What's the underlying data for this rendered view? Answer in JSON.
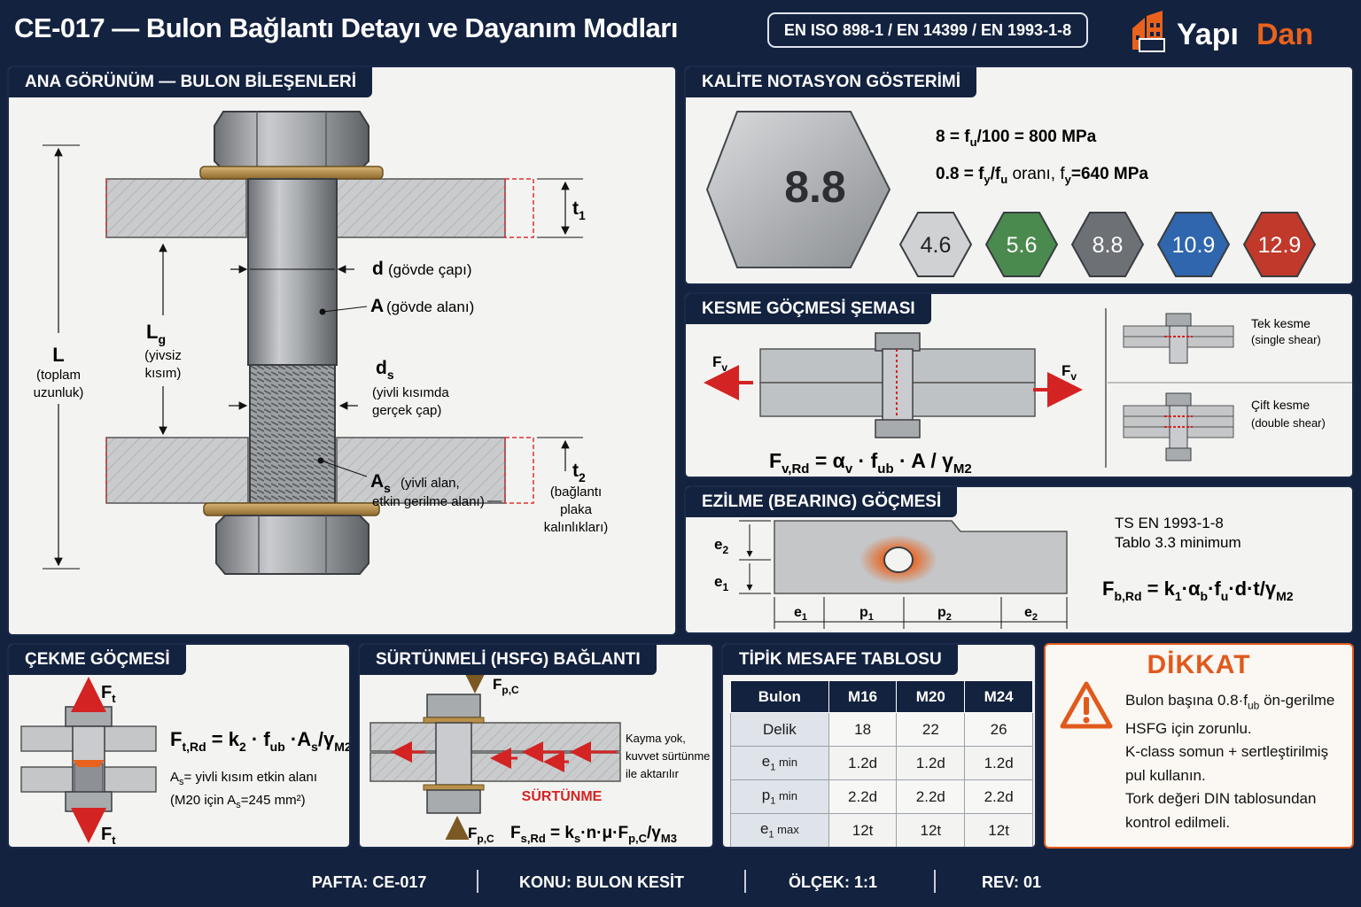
{
  "header": {
    "title": "CE-017 — Bulon Bağlantı Detayı ve Dayanım Modları",
    "standards": "EN ISO 898-1 / EN 14399 / EN 1993-1-8",
    "logo_a": "Yapı",
    "logo_b": "Dan"
  },
  "colors": {
    "navy": "#13223f",
    "orange": "#e8621d",
    "red": "#d42323",
    "brass": "#b8904a"
  },
  "main": {
    "title": "ANA GÖRÜNÜM — BULON BİLEŞENLERİ",
    "t1": "t",
    "d_label": "d",
    "d_desc": "(gövde çapı)",
    "a_label": "A",
    "a_desc": "(gövde alanı)",
    "lg_label": "L",
    "lg_desc1": "(yivsiz",
    "lg_desc2": "kısım)",
    "l_label": "L",
    "l_desc1": "(toplam",
    "l_desc2": "uzunluk)",
    "ds_label": "d",
    "ds_desc1": "(yivli kısımda",
    "ds_desc2": "gerçek çap)",
    "as_label": "A",
    "as_desc1": "(yivli alan,",
    "as_desc2": "etkin gerilme alanı)",
    "t2_desc1": "(bağlantı",
    "t2_desc2": "plaka",
    "t2_desc3": "kalınlıkları)"
  },
  "quality": {
    "title": "KALİTE NOTASYON GÖSTERİMİ",
    "big": "8.8",
    "line1": "8 = f",
    "line1b": "/100 = 800 MPa",
    "line2": "0.8 = f",
    "line2b": " oranı, f",
    "line2c": "=640 MPa",
    "grades": [
      {
        "label": "4.6",
        "color": "#cfd1d3",
        "text": "#222"
      },
      {
        "label": "5.6",
        "color": "#4a8a4e",
        "text": "#fff"
      },
      {
        "label": "8.8",
        "color": "#6d7075",
        "text": "#fff"
      },
      {
        "label": "10.9",
        "color": "#2f66ad",
        "text": "#fff"
      },
      {
        "label": "12.9",
        "color": "#c0392b",
        "text": "#fff"
      }
    ]
  },
  "shear": {
    "title": "KESME GÖÇMESİ ŞEMASI",
    "fv": "F",
    "formula": "F",
    "formula_rest": " = α",
    "single1": "Tek kesme",
    "single2": "(single shear)",
    "double1": "Çift kesme",
    "double2": "(double shear)"
  },
  "bearing": {
    "title": "EZİLME (BEARING) GÖÇMESİ",
    "ref1": "TS EN 1993-1-8",
    "ref2": "Tablo 3.3 minimum",
    "e1": "e",
    "e2": "e",
    "p1": "p",
    "p2": "p"
  },
  "tension": {
    "title": "ÇEKME GÖÇMESİ",
    "ft": "F",
    "note1": "= yivli kısım etkin alanı",
    "note2": "(M20 için A",
    "note2b": "=245 mm²)"
  },
  "hsfg": {
    "title": "SÜRTÜNMELİ (HSFG) BAĞLANTI",
    "fpc": "F",
    "note1": "Kayma yok,",
    "note2": "kuvvet sürtünme",
    "note3": "ile aktarılır",
    "friction": "SÜRTÜNME"
  },
  "table": {
    "title": "TİPİK MESAFE TABLOSU",
    "headers": [
      "Bulon",
      "M16",
      "M20",
      "M24"
    ],
    "rows": [
      {
        "h": "Delik",
        "v": [
          "18",
          "22",
          "26"
        ]
      },
      {
        "h": "e",
        "sub": "1",
        "suf": " min",
        "v": [
          "1.2d",
          "1.2d",
          "1.2d"
        ]
      },
      {
        "h": "p",
        "sub": "1",
        "suf": " min",
        "v": [
          "2.2d",
          "2.2d",
          "2.2d"
        ]
      },
      {
        "h": "e",
        "sub": "1",
        "suf": " max",
        "v": [
          "12t",
          "12t",
          "12t"
        ]
      }
    ]
  },
  "warning": {
    "title": "DİKKAT",
    "l1a": "Bulon başına 0.8·f",
    "l1b": " ön-gerilme",
    "l2": "HSFG için zorunlu.",
    "l3": "K-class somun + sertleştirilmiş",
    "l4": "pul kullanın.",
    "l5": "Tork değeri DIN tablosundan",
    "l6": "kontrol edilmeli."
  },
  "footer": {
    "pafta": "PAFTA: CE-017",
    "konu": "KONU:  BULON  KESİT",
    "olcek": "ÖLÇEK: 1:1",
    "rev": "REV: 01"
  }
}
